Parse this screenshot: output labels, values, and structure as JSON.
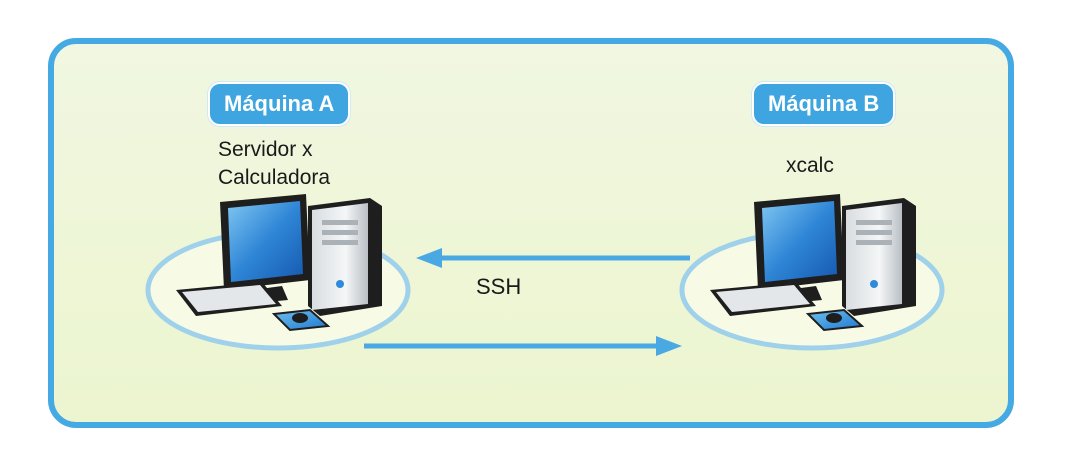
{
  "machine_a": {
    "label": "Máquina A",
    "caption_line1": "Servidor  x",
    "caption_line2": "Calculadora"
  },
  "machine_b": {
    "label": "Máquina B",
    "caption": "xcalc"
  },
  "connection": {
    "label": "SSH"
  },
  "colors": {
    "frame_border": "#45a9e3",
    "frame_fill": "#eef6d6",
    "pill": "#3fa5e0",
    "arrow": "#4aa9e2",
    "ellipse_fill": "#f7fbe6",
    "ellipse_border": "#9fd1ea"
  },
  "icons": [
    "desktop-computer-icon",
    "arrow-left-icon",
    "arrow-right-icon"
  ]
}
